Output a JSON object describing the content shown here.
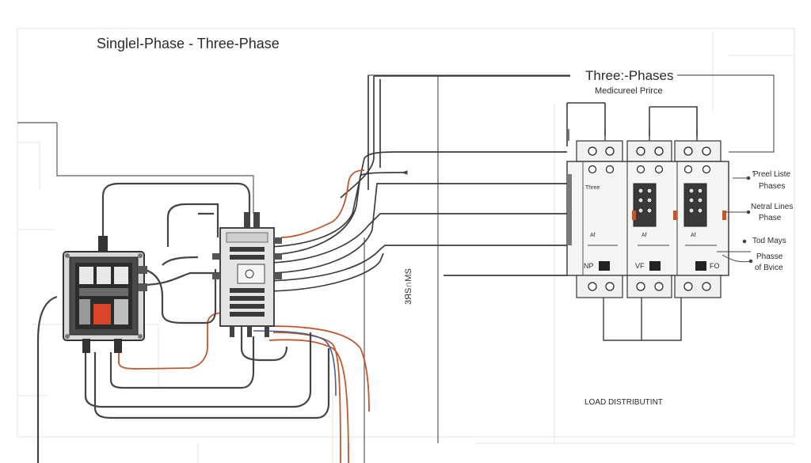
{
  "title": "Singlel-Phase - Three-Phase",
  "three_phase_heading": "Three:-Phases",
  "three_phase_subheading": "Medicureel Prirce",
  "vertical_label": "3ЯS∩MS",
  "callouts": {
    "c1_line1": "Ƥreel Liste",
    "c1_line2": "Phases",
    "c2_line1": "Netral Lines",
    "c2_line2": "Phase",
    "c3": "Tod Mays",
    "c4_line1": "Phasse",
    "c4_line2": "of Bvice"
  },
  "breaker_text": {
    "three": "Three",
    "af_1": "Af",
    "af_2": "Af",
    "af_3": "Af",
    "np": "NP",
    "vf": "VF",
    "fo": "FO"
  },
  "load_label": "LOAD DISTRIBUTINT",
  "colors": {
    "wire": "#3d3d3d",
    "wire_red": "#c0572e",
    "wire_blue": "#4a5d9a",
    "box_fill": "#e4e4e4",
    "breaker_fill": "#f1f1f1",
    "red_indicator": "#d9442b"
  },
  "icons": [
    "single-phase-meter-box",
    "distribution-panel",
    "three-phase-breaker"
  ]
}
